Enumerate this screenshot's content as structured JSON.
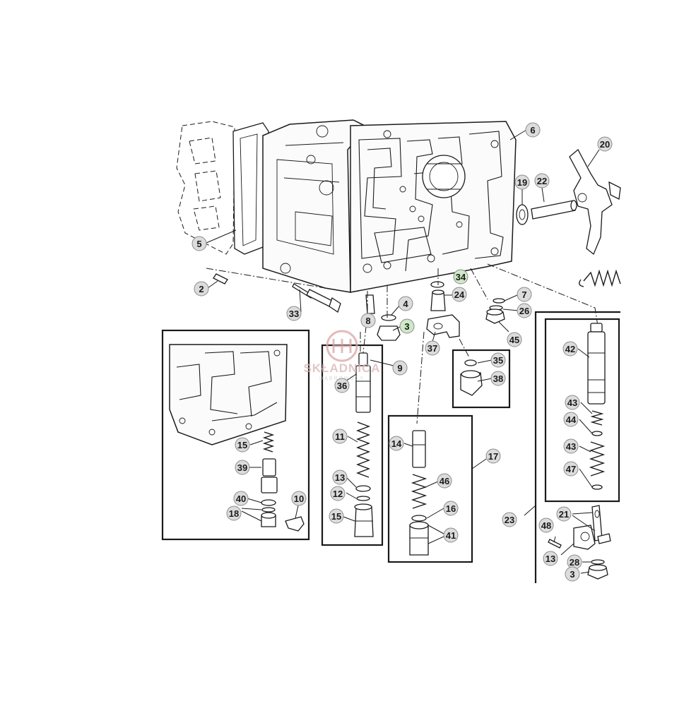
{
  "watermark": {
    "name": "SKŁADNICA",
    "sub": "DĄBROWSCY",
    "color": "#d9a6a6"
  },
  "highlight_color": "#cfe8c6",
  "callouts": [
    "6",
    "20",
    "19",
    "22",
    "5",
    "2",
    "33",
    "4",
    "3",
    "8",
    "34",
    "24",
    "7",
    "26",
    "37",
    "45",
    "9",
    "36",
    "35",
    "38",
    "15",
    "39",
    "40",
    "18",
    "10",
    "11",
    "13",
    "12",
    "15",
    "14",
    "46",
    "17",
    "16",
    "41",
    "42",
    "43",
    "44",
    "43",
    "47",
    "23",
    "21",
    "48",
    "13",
    "28",
    "3"
  ],
  "highlighted": [
    "34",
    "3",
    "40"
  ]
}
